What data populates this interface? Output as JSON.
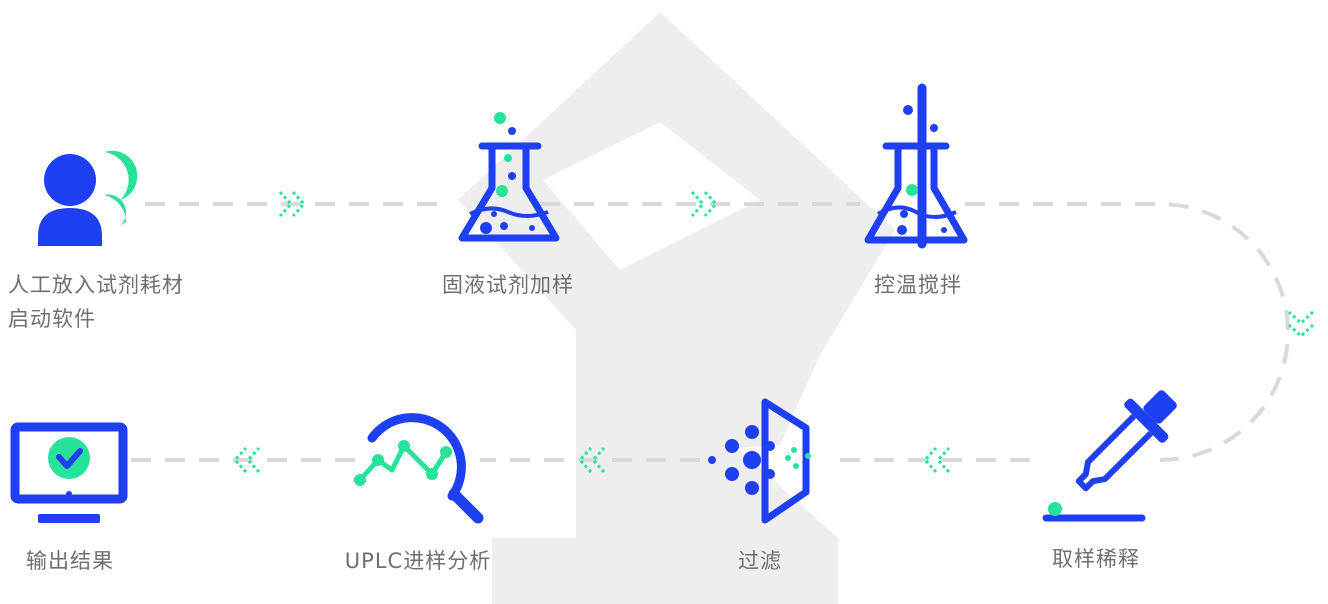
{
  "colors": {
    "blue": "#1f3ff2",
    "green": "#27e39a",
    "dash": "#d9d9d9",
    "robot": "#eeeeee",
    "label": "#6f6f6f"
  },
  "steps": [
    {
      "id": "manual",
      "icon": "user-group-icon",
      "lines": [
        "人工放入试剂耗材",
        "启动软件"
      ]
    },
    {
      "id": "solid-liquid",
      "icon": "flask-icon",
      "lines": [
        "固液试剂加样"
      ]
    },
    {
      "id": "stir",
      "icon": "flask-stir-icon",
      "lines": [
        "控温搅拌"
      ]
    },
    {
      "id": "sample",
      "icon": "pipette-icon",
      "lines": [
        "取样稀释"
      ]
    },
    {
      "id": "filter",
      "icon": "filter-icon",
      "lines": [
        "过滤"
      ]
    },
    {
      "id": "uplc",
      "icon": "chart-search-icon",
      "lines": [
        "UPLC进样分析"
      ]
    },
    {
      "id": "output",
      "icon": "monitor-check-icon",
      "lines": [
        "输出结果"
      ]
    }
  ]
}
